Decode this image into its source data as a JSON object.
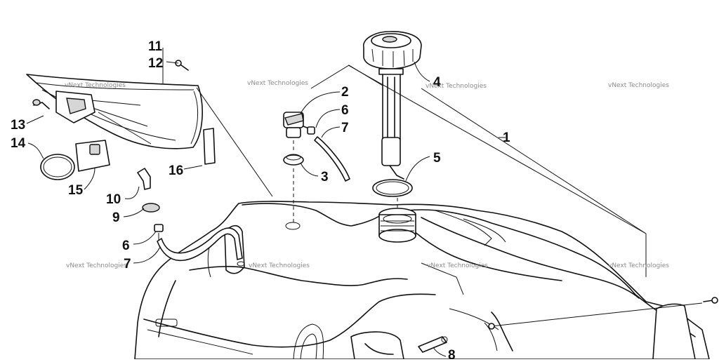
{
  "diagram": {
    "callouts": [
      {
        "id": "c11",
        "label": "11"
      },
      {
        "id": "c12",
        "label": "12"
      },
      {
        "id": "c13",
        "label": "13"
      },
      {
        "id": "c14",
        "label": "14"
      },
      {
        "id": "c15",
        "label": "15"
      },
      {
        "id": "c16",
        "label": "16"
      },
      {
        "id": "c10",
        "label": "10"
      },
      {
        "id": "c9",
        "label": "9"
      },
      {
        "id": "c6a",
        "label": "6"
      },
      {
        "id": "c7a",
        "label": "7"
      },
      {
        "id": "c2",
        "label": "2"
      },
      {
        "id": "c6b",
        "label": "6"
      },
      {
        "id": "c7b",
        "label": "7"
      },
      {
        "id": "c3",
        "label": "3"
      },
      {
        "id": "c4",
        "label": "4"
      },
      {
        "id": "c5",
        "label": "5"
      },
      {
        "id": "c1",
        "label": "1"
      },
      {
        "id": "c8",
        "label": "8"
      }
    ],
    "watermark": "vNext Technologies"
  }
}
